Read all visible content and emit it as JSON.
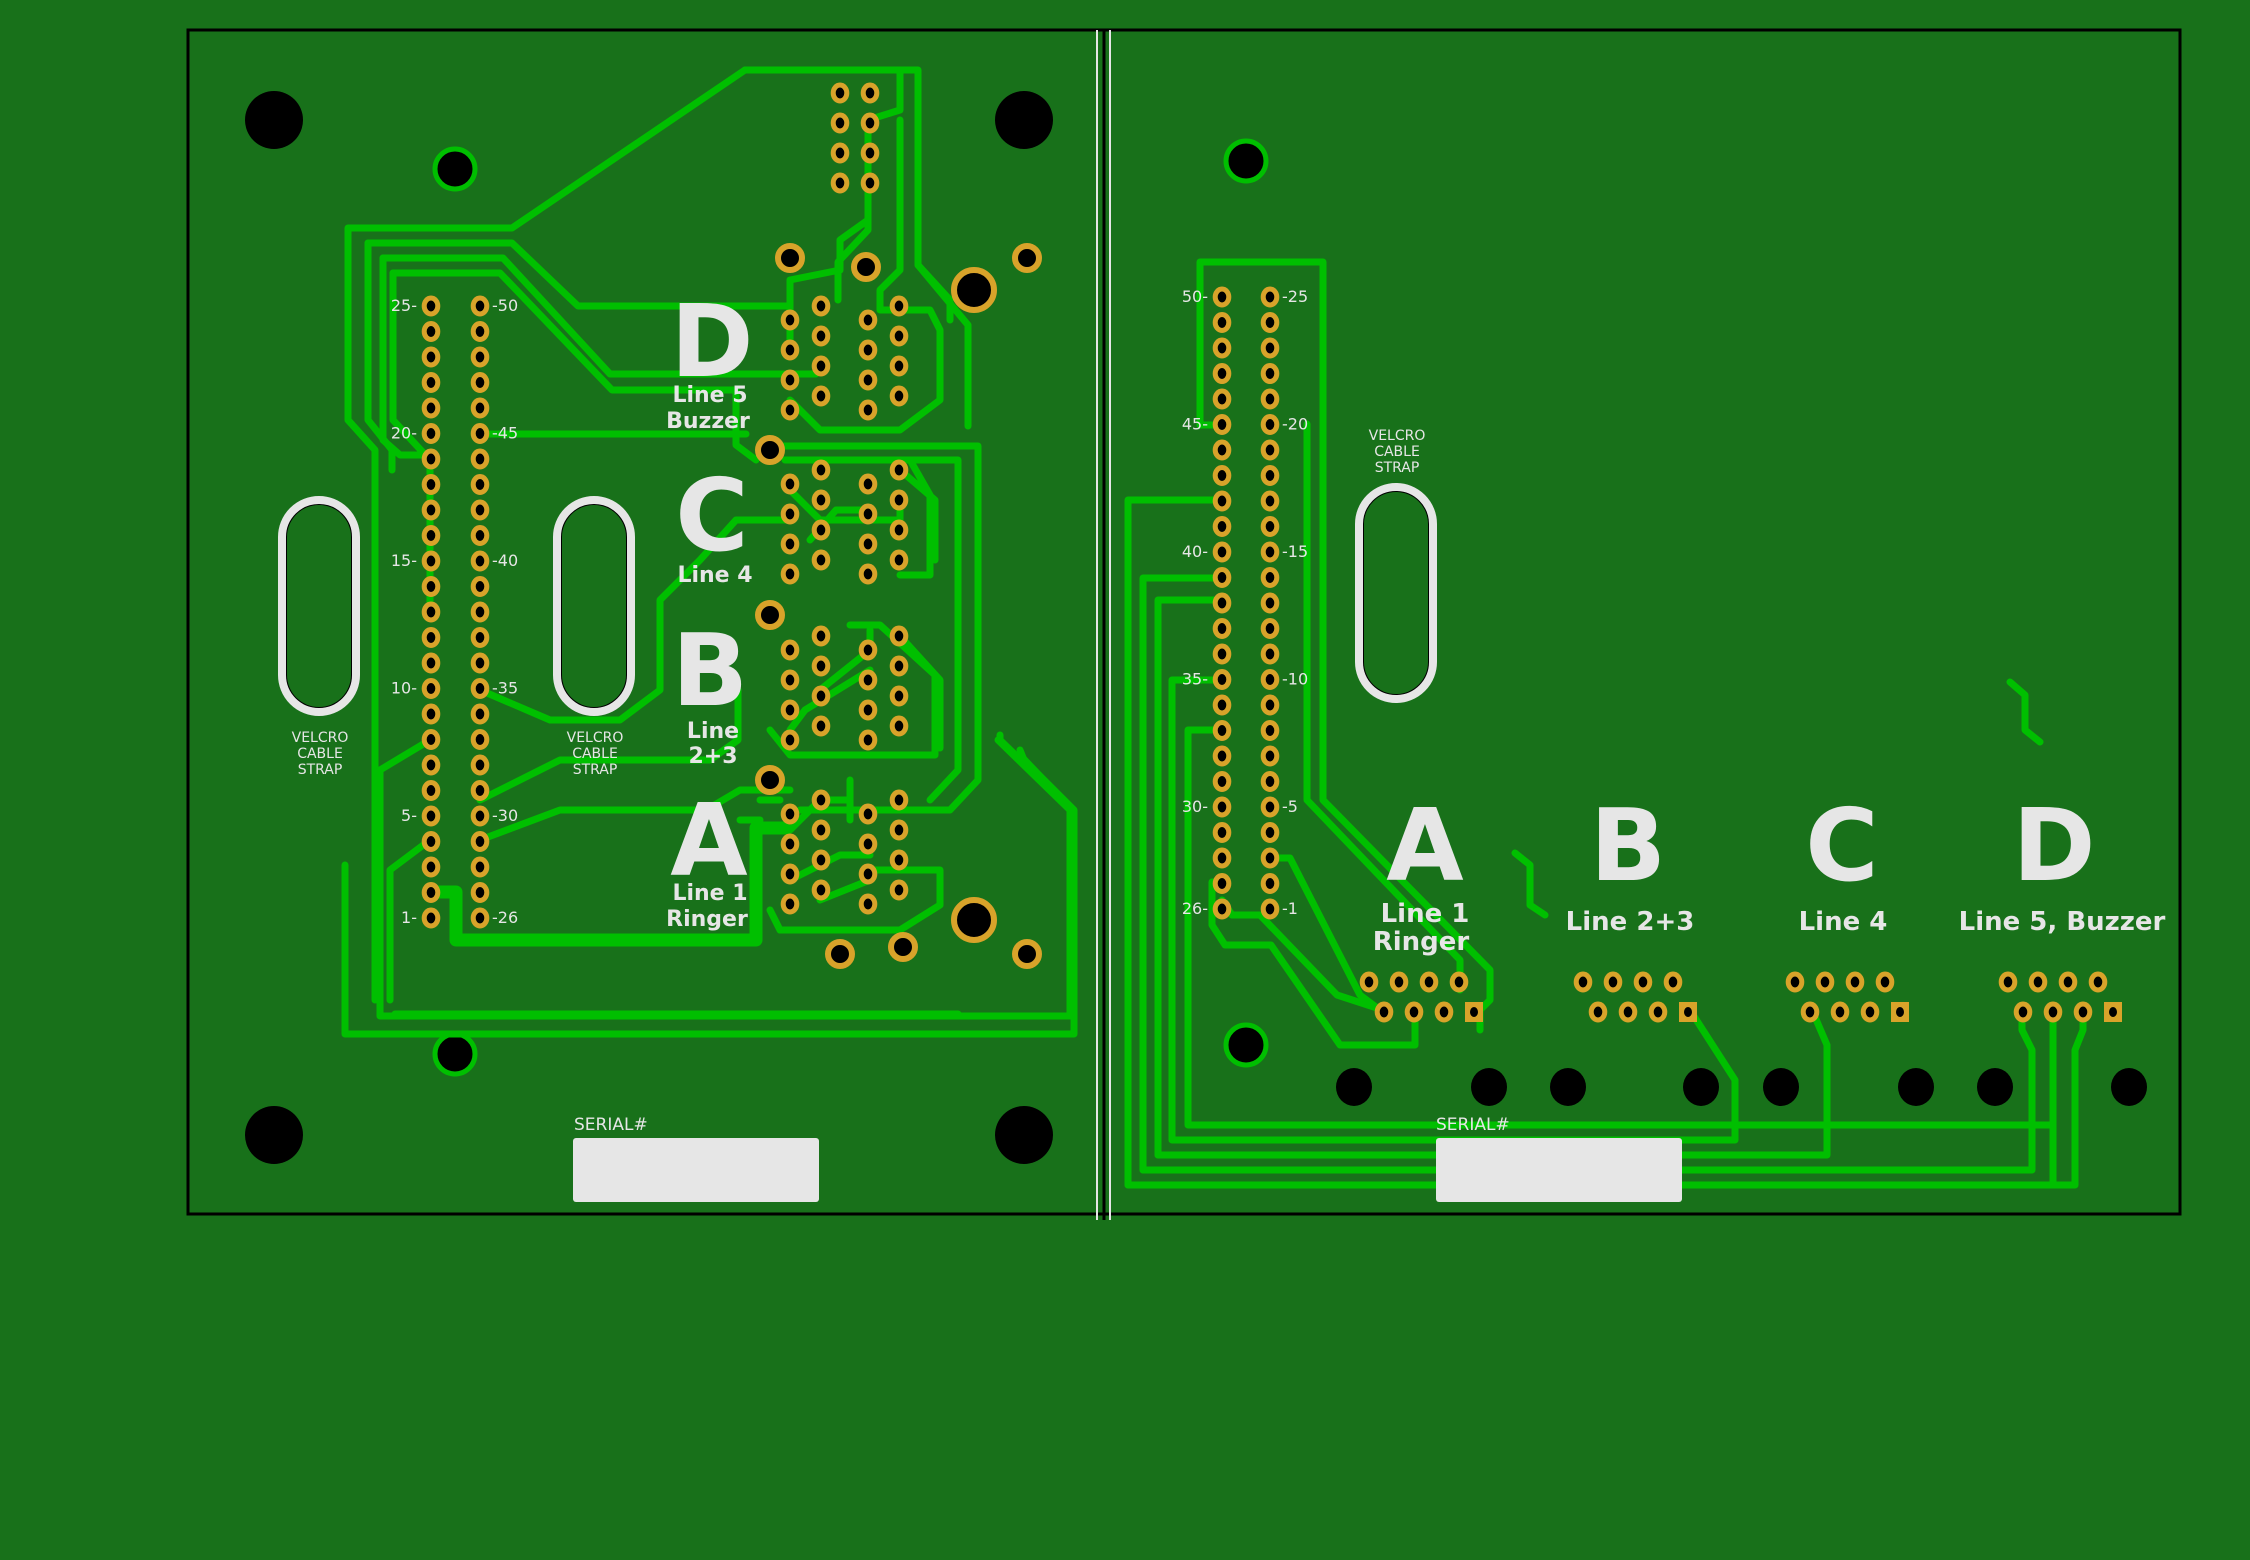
{
  "colors": {
    "board": "#18711a",
    "copper_trace": "#00bf00",
    "pad_ring": "#d8a32a",
    "drill": "#000000",
    "silkscreen": "#e6e6e6",
    "outline": "#000000"
  },
  "left_board": {
    "header_labels_left": [
      "25-",
      "20-",
      "15-",
      "10-",
      "5-",
      "1-"
    ],
    "header_labels_right": [
      "-50",
      "-45",
      "-40",
      "-35",
      "-30",
      "-26"
    ],
    "channels": [
      {
        "letter": "D",
        "line1": "Line 5",
        "line2": "Buzzer"
      },
      {
        "letter": "C",
        "line1": "Line 4",
        "line2": ""
      },
      {
        "letter": "B",
        "line1": "Line",
        "line2": "2+3"
      },
      {
        "letter": "A",
        "line1": "Line 1",
        "line2": "Ringer"
      }
    ],
    "velcro_label": [
      "VELCRO",
      "CABLE",
      "STRAP"
    ],
    "serial_label": "SERIAL#"
  },
  "right_board": {
    "header_labels_left": [
      "50-",
      "45-",
      "40-",
      "35-",
      "30-",
      "26-"
    ],
    "header_labels_right": [
      "-25",
      "-20",
      "-15",
      "-10",
      "-5",
      "-1"
    ],
    "channels": [
      {
        "letter": "A",
        "line1": "Line 1",
        "line2": "Ringer"
      },
      {
        "letter": "B",
        "line1": "Line 2+3",
        "line2": ""
      },
      {
        "letter": "C",
        "line1": "Line 4",
        "line2": ""
      },
      {
        "letter": "D",
        "line1": "Line 5, Buzzer",
        "line2": ""
      }
    ],
    "velcro_label": [
      "VELCRO",
      "CABLE",
      "STRAP"
    ],
    "serial_label": "SERIAL#"
  }
}
